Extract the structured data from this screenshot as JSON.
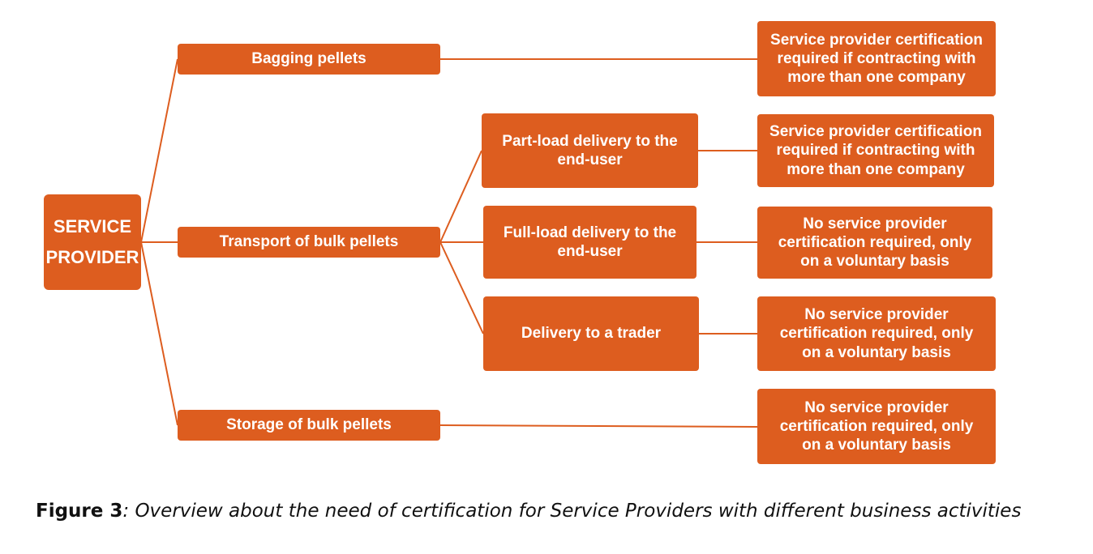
{
  "diagram": {
    "root": {
      "line1": "SERVICE",
      "line2": "PROVIDER"
    },
    "activities": {
      "bagging": "Bagging pellets",
      "transport": "Transport of bulk pellets",
      "storage": "Storage of bulk pellets"
    },
    "transport_options": {
      "part_load": "Part-load delivery to the end-user",
      "full_load": "Full-load delivery to the end-user",
      "trader": "Delivery to a trader"
    },
    "outcomes": {
      "bagging": "Service provider certification required if contracting with more than one company",
      "part_load": "Service provider certification required if contracting with more than one company",
      "full_load": "No service provider certification required, only on a voluntary basis",
      "trader": "No service provider certification required, only on a voluntary basis",
      "storage": "No service provider certification required, only on a voluntary basis"
    },
    "colors": {
      "box": "#dd5d1f",
      "line": "#dd5d1f",
      "text": "#ffffff"
    }
  },
  "caption": {
    "label": "Figure 3",
    "text": ": Overview about the need of certification for Service Providers with different business activities"
  }
}
